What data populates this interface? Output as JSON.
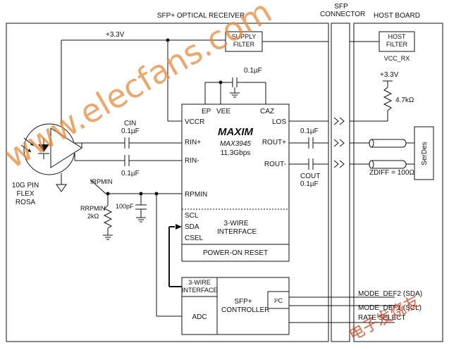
{
  "headers": {
    "sfp_optical_receiver": "SFP+ OPTICAL RECEIVER",
    "sfp_connector": "SFP CONNECTOR",
    "host_board": "HOST BOARD"
  },
  "rails": {
    "v33": "+3.3V",
    "host_v33": "+3.3V"
  },
  "blocks": {
    "supply_filter": "SUPPLY FILTER",
    "host_filter": "HOST FILTER",
    "vcc_rx": "VCC_RX",
    "serdes": "SerDes",
    "power_on_reset": "POWER-ON RESET",
    "three_wire_interface": "3-WIRE INTERFACE",
    "controller_three_wire": "3-WIRE INTERFACE",
    "sfp_controller": "SFP+ CONTROLLER",
    "adc": "ADC",
    "i2c": "I²C",
    "rosa": "10G PIN FLEX ROSA"
  },
  "chip": {
    "brand": "MAXIM",
    "part": "MAX3945",
    "speed": "11.3Gbps",
    "pins": {
      "ep": "EP",
      "vee": "VEE",
      "caz": "CAZ",
      "vccr": "VCCR",
      "rin_p": "RIN+",
      "rin_n": "RIN-",
      "rpmin": "RPMIN",
      "scl": "SCL",
      "sda": "SDA",
      "csel": "CSEL",
      "los": "LOS",
      "rout_p": "ROUT+",
      "rout_n": "ROUT-"
    }
  },
  "components": {
    "cin_label": "CIN",
    "cin_top_value": "0.1µF",
    "cin_bottom_value": "0.1µF",
    "caz_value": "0.1µF",
    "cout_top_value": "0.1µF",
    "cout_label": "COUT",
    "cout_bottom_value": "0.1µF",
    "irpmin": "IRPMIN",
    "rrpmin_label": "RRPMIN",
    "rrpmin_value": "2kΩ",
    "cap_100pf": "100pF",
    "pullup": "4.7kΩ",
    "zdiff": "ZDIFF = 100Ω"
  },
  "signals": {
    "mode_def2": "MODE_DEF2 (SDA)",
    "mode_def1": "MODE_DEF1 (SCL)",
    "rate_select": "RATE SELECT"
  },
  "watermark": {
    "site": "www.elecfans.com",
    "cn": "电子发烧友"
  },
  "colors": {
    "line": "#111111",
    "watermark": "#e88a3a"
  }
}
